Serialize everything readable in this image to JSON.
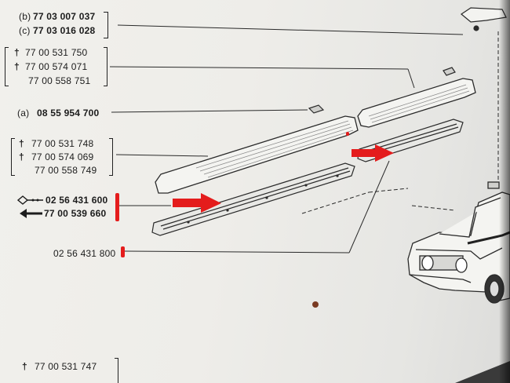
{
  "refs": {
    "ref_b": {
      "prefix": "(b)",
      "number": "77 03 007 037"
    },
    "ref_c": {
      "prefix": "(c)",
      "number": "77 03 016 028"
    },
    "group1": {
      "cross1": "†",
      "line1": "77 00 531 750",
      "cross2": "†",
      "line2": "77 00 574 071",
      "line3": "77 00 558 751"
    },
    "ref_a": {
      "prefix": "(a)",
      "number": "08 55 954 700"
    },
    "group2": {
      "cross1": "†",
      "line1": "77 00 531 748",
      "cross2": "†",
      "line2": "77 00 574 069",
      "line3": "77 00 558 749"
    },
    "sill_ref1": "02 56 431 600",
    "sill_ref2": "77 00 539 660",
    "sill_ref3": "02 56 431 800",
    "bottom": {
      "cross": "†",
      "number": "77 00 531 747"
    }
  },
  "colors": {
    "annotation_red": "#e41c1c",
    "ink": "#1c1c1c",
    "paper": "#eeede9"
  },
  "icons": [
    "open-arrow-icon",
    "filled-arrow-icon",
    "cross-icon"
  ]
}
